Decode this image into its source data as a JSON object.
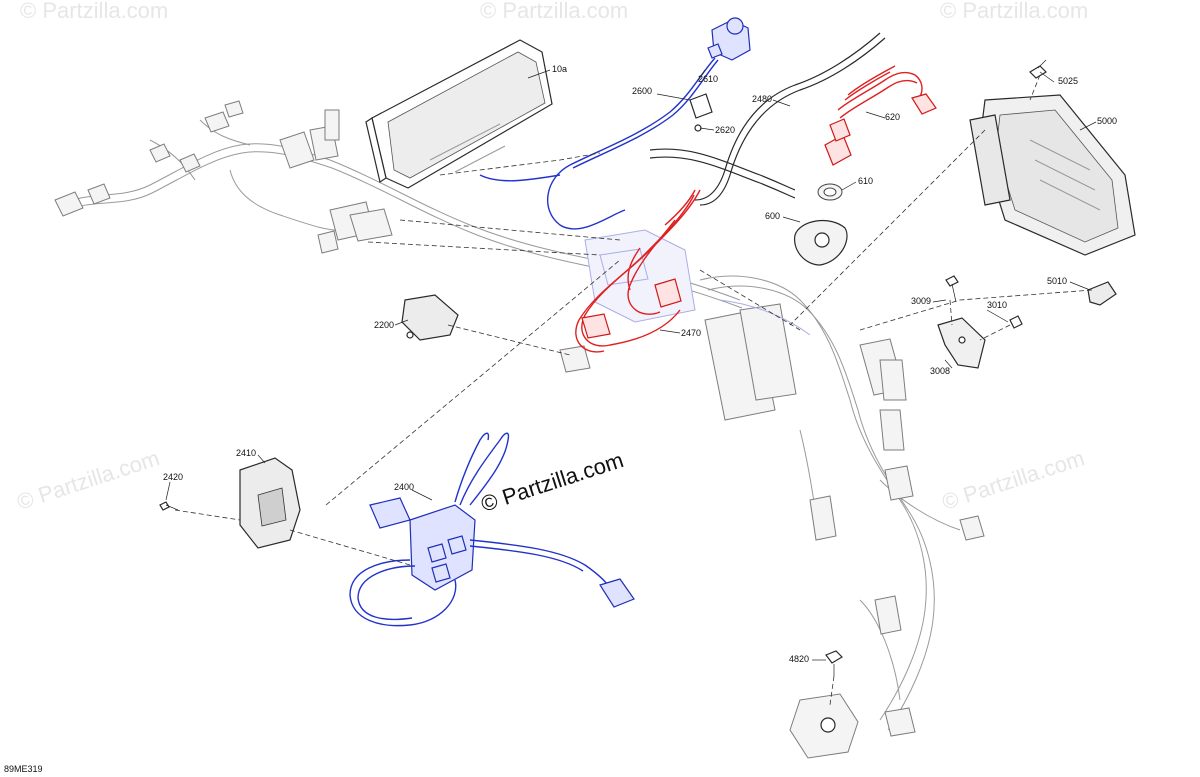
{
  "watermark": "© Partzilla.com",
  "diagram_code": "89ME319",
  "callouts": {
    "c10a": "10a",
    "c2600": "2600",
    "c2610": "2610",
    "c2620": "2620",
    "c2480": "2480",
    "c620": "620",
    "c610": "610",
    "c600": "600",
    "c5025": "5025",
    "c5000": "5000",
    "c5010": "5010",
    "c3009": "3009",
    "c3010": "3010",
    "c3008": "3008",
    "c2200": "2200",
    "c2470": "2470",
    "c2410": "2410",
    "c2420": "2420",
    "c2400": "2400",
    "c4820": "4820"
  },
  "colors": {
    "highlight_blue": "#2233cc",
    "highlight_red": "#e02020",
    "line_gray": "#9a9a9a",
    "line_dark": "#2a2a2a"
  }
}
